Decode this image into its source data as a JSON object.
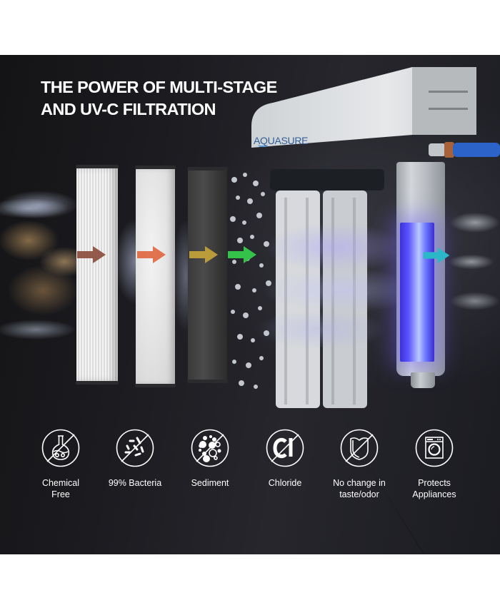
{
  "headline": {
    "line1": "THE POWER OF MULTI-STAGE",
    "line2": "AND UV-C FILTRATION"
  },
  "product": {
    "brand_logo": "AQUASURE",
    "stages": [
      {
        "name": "pleated-sediment-filter",
        "arrow_color": "#8a4a3a"
      },
      {
        "name": "white-sediment-filter",
        "arrow_color": "#e0653e"
      },
      {
        "name": "carbon-block-filter",
        "arrow_color": "#c8a53a"
      },
      {
        "name": "mineral-beads",
        "arrow_color": "#35c24a"
      },
      {
        "name": "uv-c-lamp",
        "arrow_color": "#2ab8c8"
      }
    ]
  },
  "features": [
    {
      "icon": "chemical-flask-icon",
      "label_line1": "Chemical",
      "label_line2": "Free",
      "crossed": true
    },
    {
      "icon": "bacteria-icon",
      "label_line1": "99% Bacteria",
      "label_line2": "",
      "crossed": true
    },
    {
      "icon": "sediment-icon",
      "label_line1": "Sediment",
      "label_line2": "",
      "crossed": true
    },
    {
      "icon": "chloride-icon",
      "label_line1": "Chloride",
      "label_line2": "",
      "crossed": true,
      "glyph": "Cl"
    },
    {
      "icon": "taste-odor-icon",
      "label_line1": "No change in",
      "label_line2": "taste/odor",
      "crossed": true
    },
    {
      "icon": "washing-machine-icon",
      "label_line1": "Protects",
      "label_line2": "Appliances",
      "crossed": false
    }
  ],
  "colors": {
    "background_dark": "#1d1d22",
    "text": "#ffffff",
    "uv_blue": "#5b54ff",
    "brand_blue": "#2f5f97"
  }
}
